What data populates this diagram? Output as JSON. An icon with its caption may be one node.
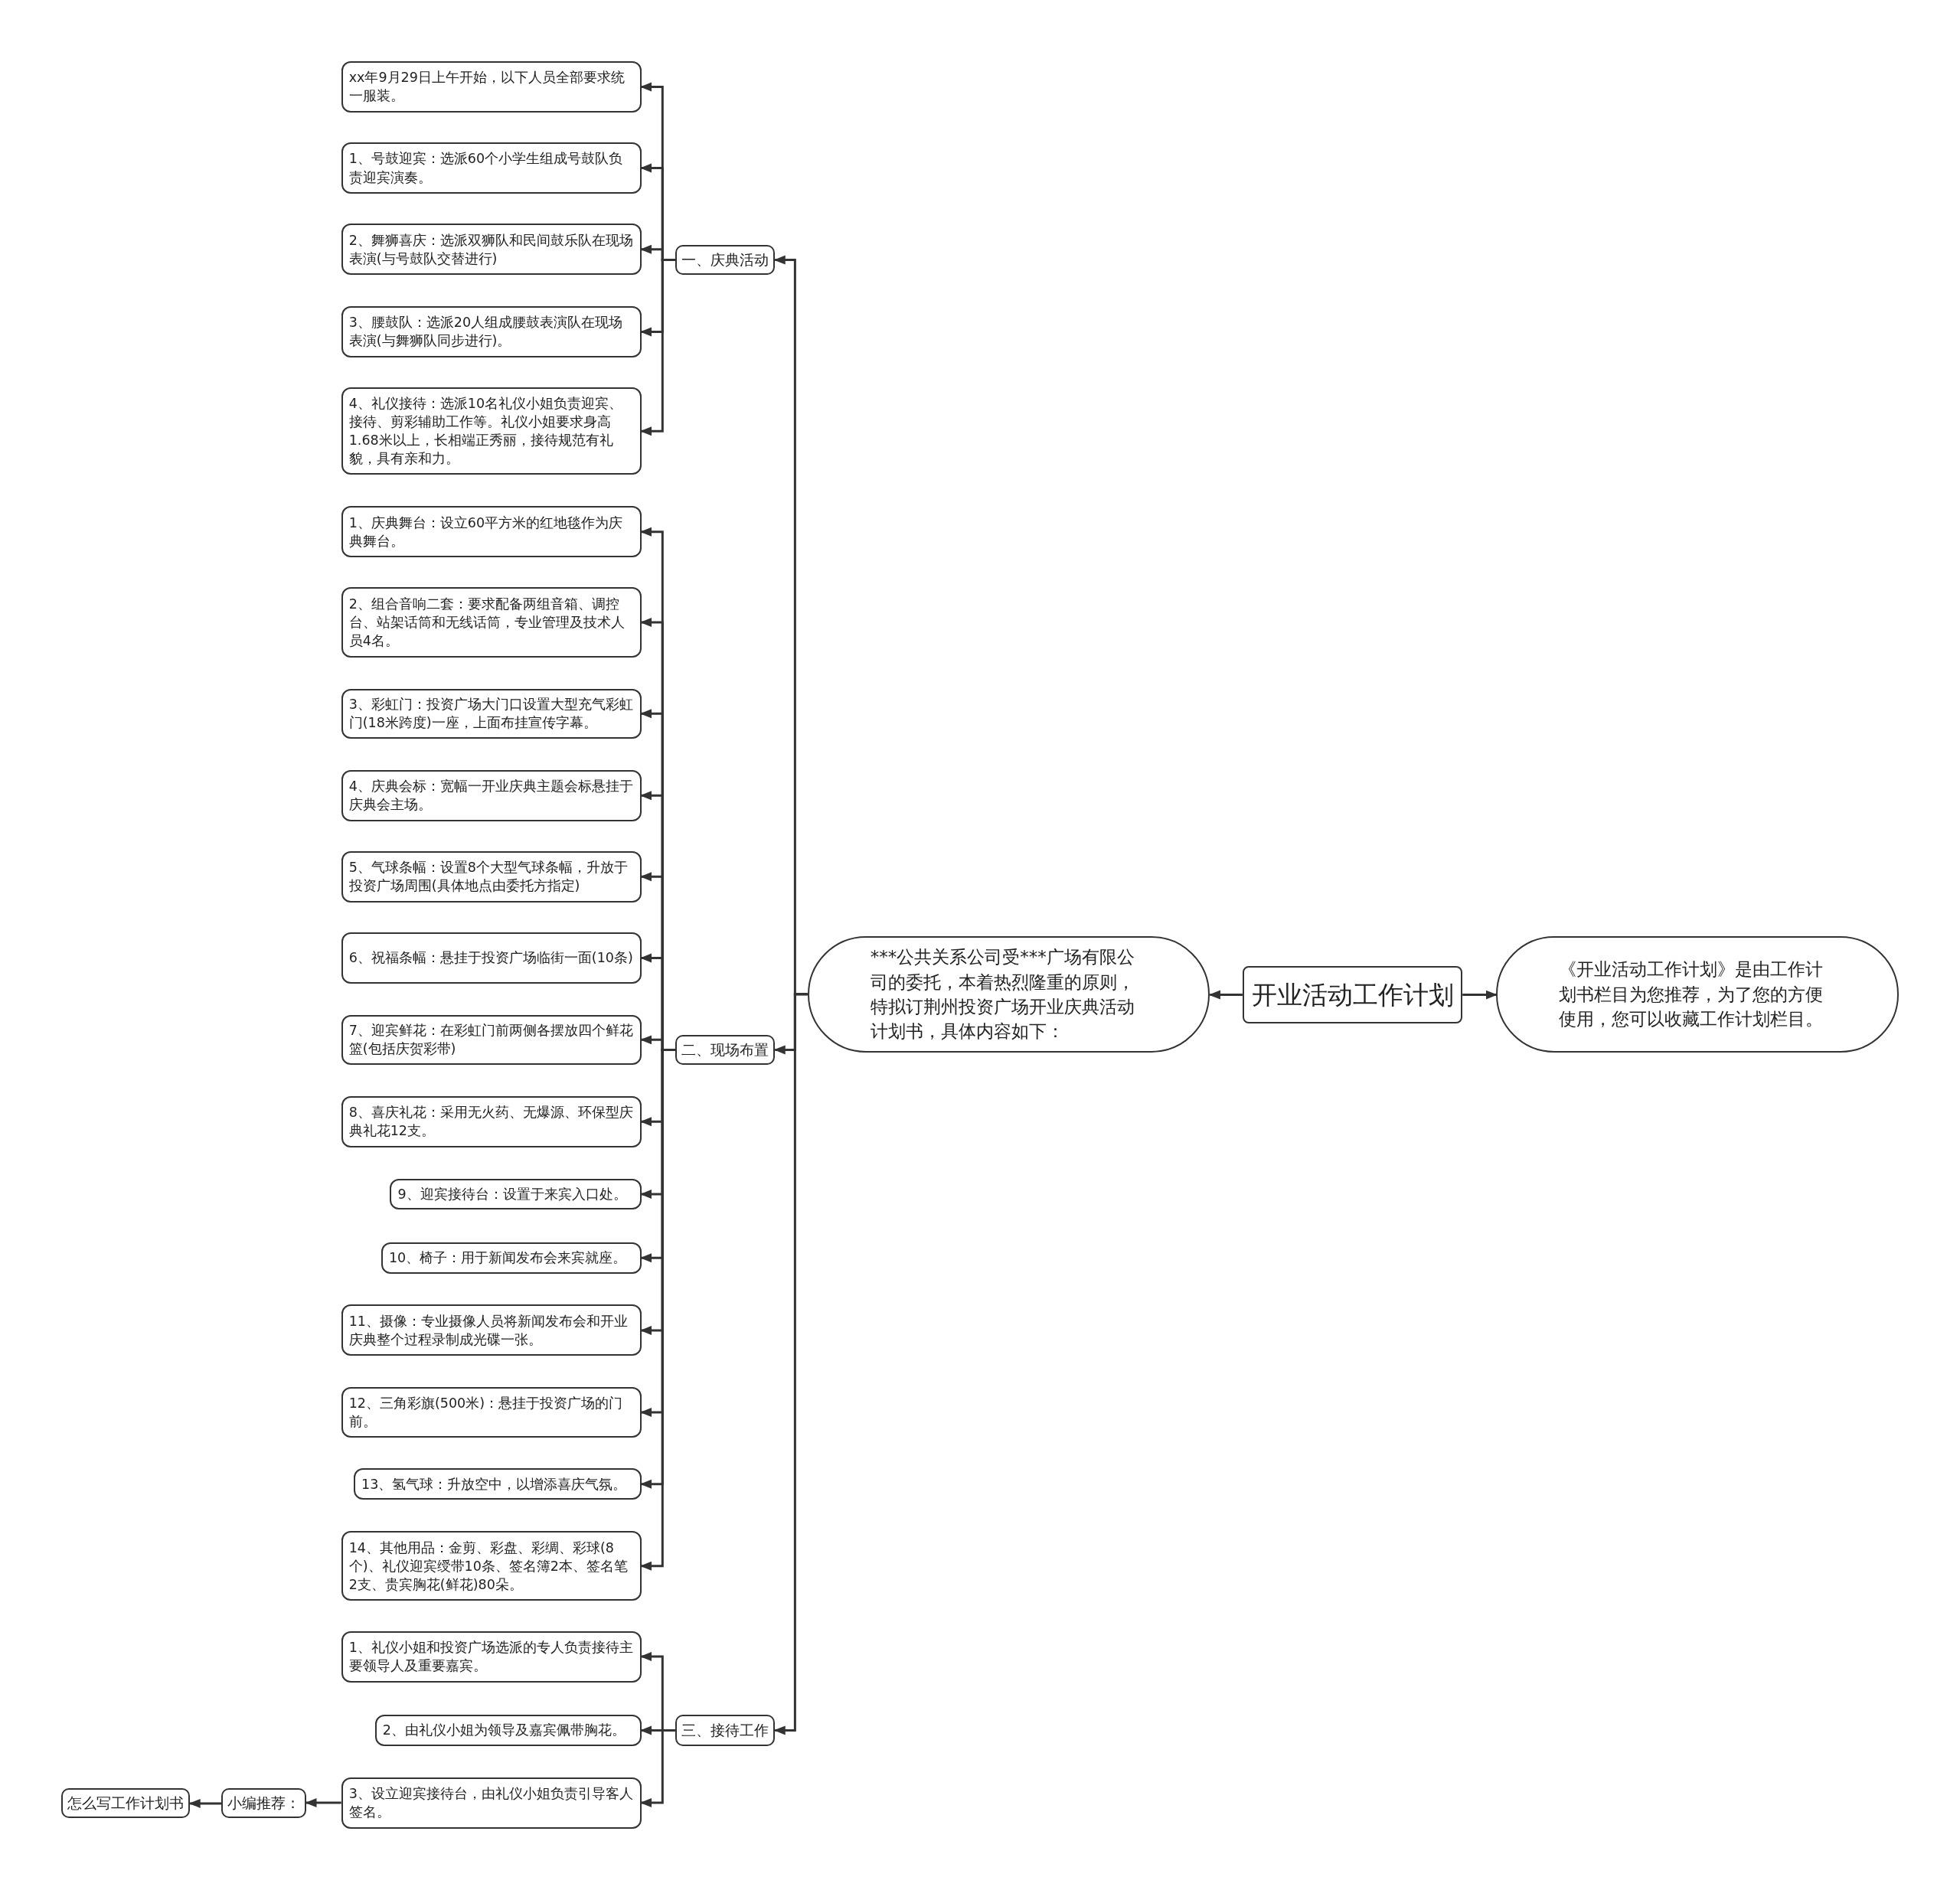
{
  "diagram": {
    "nodes": [
      {
        "text": [
          "开业活动工作计划"
        ]
      },
      {
        "text": [
          "***公共关系公司受***广场有限公司的委托，本着热烈隆重的原则，特拟订荆州投资广场开业庆典活动计划书，具体内容如下："
        ]
      },
      {
        "text": [
          "《开业活动工作计划》是由工作计划书栏目为您推荐，为了您的方便使用，您可以收藏工作计划栏目。"
        ]
      },
      {
        "text": [
          "一、庆典活动"
        ]
      },
      {
        "text": [
          "xx年9月29日上午开始，以下人员全部要求统一服装。"
        ]
      },
      {
        "text": [
          "1、号鼓迎宾：选派60个小学生组成号鼓队负责迎宾演奏。"
        ]
      },
      {
        "text": [
          "2、舞狮喜庆：选派双狮队和民间鼓乐队在现场表演(与号鼓队交替进行)"
        ]
      },
      {
        "text": [
          "3、腰鼓队：选派20人组成腰鼓表演队在现场表演(与舞狮队同步进行)。"
        ]
      },
      {
        "text": [
          "4、礼仪接待：选派10名礼仪小姐负责迎宾、接待、剪彩辅助工作等。礼仪小姐要求身高1.68米以上，长相端正秀丽，接待规范有礼貌，具有亲和力。"
        ]
      },
      {
        "text": [
          "二、现场布置"
        ]
      },
      {
        "text": [
          "1、庆典舞台：设立60平方米的红地毯作为庆典舞台。"
        ]
      },
      {
        "text": [
          "2、组合音响二套：要求配备两组音箱、调控台、站架话筒和无线话筒，专业管理及技术人员4名。"
        ]
      },
      {
        "text": [
          "3、彩虹门：投资广场大门口设置大型充气彩虹门(18米跨度)一座，上面布挂宣传字幕。"
        ]
      },
      {
        "text": [
          "4、庆典会标：宽幅一开业庆典主题会标悬挂于庆典会主场。"
        ]
      },
      {
        "text": [
          "5、气球条幅：设置8个大型气球条幅，升放于投资广场周围(具体地点由委托方指定)"
        ]
      },
      {
        "text": [
          "6、祝福条幅：悬挂于投资广场临街一面(10条)"
        ]
      },
      {
        "text": [
          "7、迎宾鲜花：在彩虹门前两侧各摆放四个鲜花篮(包括庆贺彩带)"
        ]
      },
      {
        "text": [
          "8、喜庆礼花：采用无火药、无爆源、环保型庆典礼花12支。"
        ]
      },
      {
        "text": [
          "9、迎宾接待台：设置于来宾入口处。"
        ]
      },
      {
        "text": [
          "10、椅子：用于新闻发布会来宾就座。"
        ]
      },
      {
        "text": [
          "11、摄像：专业摄像人员将新闻发布会和开业庆典整个过程录制成光碟一张。"
        ]
      },
      {
        "text": [
          "12、三角彩旗(500米)：悬挂于投资广场的门前。"
        ]
      },
      {
        "text": [
          "13、氢气球：升放空中，以增添喜庆气氛。"
        ]
      },
      {
        "text": [
          "14、其他用品：金剪、彩盘、彩绸、彩球(8个)、礼仪迎宾绶带10条、签名簿2本、签名笔2支、贵宾胸花(鲜花)80朵。"
        ]
      },
      {
        "text": [
          "三、接待工作"
        ]
      },
      {
        "text": [
          "1、礼仪小姐和投资广场选派的专人负责接待主要领导人及重要嘉宾。"
        ]
      },
      {
        "text": [
          "2、由礼仪小姐为领导及嘉宾佩带胸花。"
        ]
      },
      {
        "text": [
          "3、设立迎宾接待台，由礼仪小姐负责引导客人签名。"
        ]
      },
      {
        "text": [
          "小编推荐："
        ]
      },
      {
        "text": [
          "怎么写工作计划书"
        ]
      }
    ],
    "edges": [
      {
        "from": 0,
        "to": 1,
        "arrow": "to"
      },
      {
        "from": 0,
        "to": 2,
        "arrow": "to"
      },
      {
        "from": 1,
        "to": 3,
        "arrow": "to"
      },
      {
        "from": 1,
        "to": 9,
        "arrow": "to"
      },
      {
        "from": 1,
        "to": 24,
        "arrow": "to"
      },
      {
        "from": 3,
        "to": 4,
        "arrow": "to"
      },
      {
        "from": 3,
        "to": 5,
        "arrow": "to"
      },
      {
        "from": 3,
        "to": 6,
        "arrow": "to"
      },
      {
        "from": 3,
        "to": 7,
        "arrow": "to"
      },
      {
        "from": 3,
        "to": 8,
        "arrow": "to"
      },
      {
        "from": 9,
        "to": 10,
        "arrow": "to"
      },
      {
        "from": 9,
        "to": 11,
        "arrow": "to"
      },
      {
        "from": 9,
        "to": 12,
        "arrow": "to"
      },
      {
        "from": 9,
        "to": 13,
        "arrow": "to"
      },
      {
        "from": 9,
        "to": 14,
        "arrow": "to"
      },
      {
        "from": 9,
        "to": 15,
        "arrow": "to"
      },
      {
        "from": 9,
        "to": 16,
        "arrow": "to"
      },
      {
        "from": 9,
        "to": 17,
        "arrow": "to"
      },
      {
        "from": 9,
        "to": 18,
        "arrow": "to"
      },
      {
        "from": 9,
        "to": 19,
        "arrow": "to"
      },
      {
        "from": 9,
        "to": 20,
        "arrow": "to"
      },
      {
        "from": 9,
        "to": 21,
        "arrow": "to"
      },
      {
        "from": 9,
        "to": 22,
        "arrow": "to"
      },
      {
        "from": 9,
        "to": 23,
        "arrow": "to"
      },
      {
        "from": 24,
        "to": 25,
        "arrow": "to"
      },
      {
        "from": 24,
        "to": 26,
        "arrow": "to"
      },
      {
        "from": 24,
        "to": 27,
        "arrow": "to"
      },
      {
        "from": 27,
        "to": 28,
        "arrow": "to"
      },
      {
        "from": 28,
        "to": 29,
        "arrow": "to"
      }
    ]
  }
}
